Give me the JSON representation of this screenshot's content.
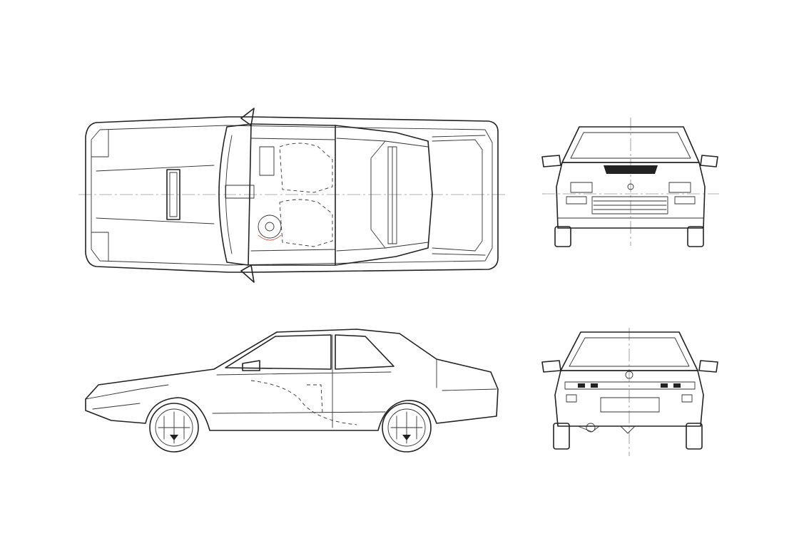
{
  "drawing": {
    "line_color": "#222222",
    "background": "#ffffff",
    "accent_color": "#c0392b",
    "views": [
      "top",
      "front",
      "side",
      "rear"
    ]
  }
}
